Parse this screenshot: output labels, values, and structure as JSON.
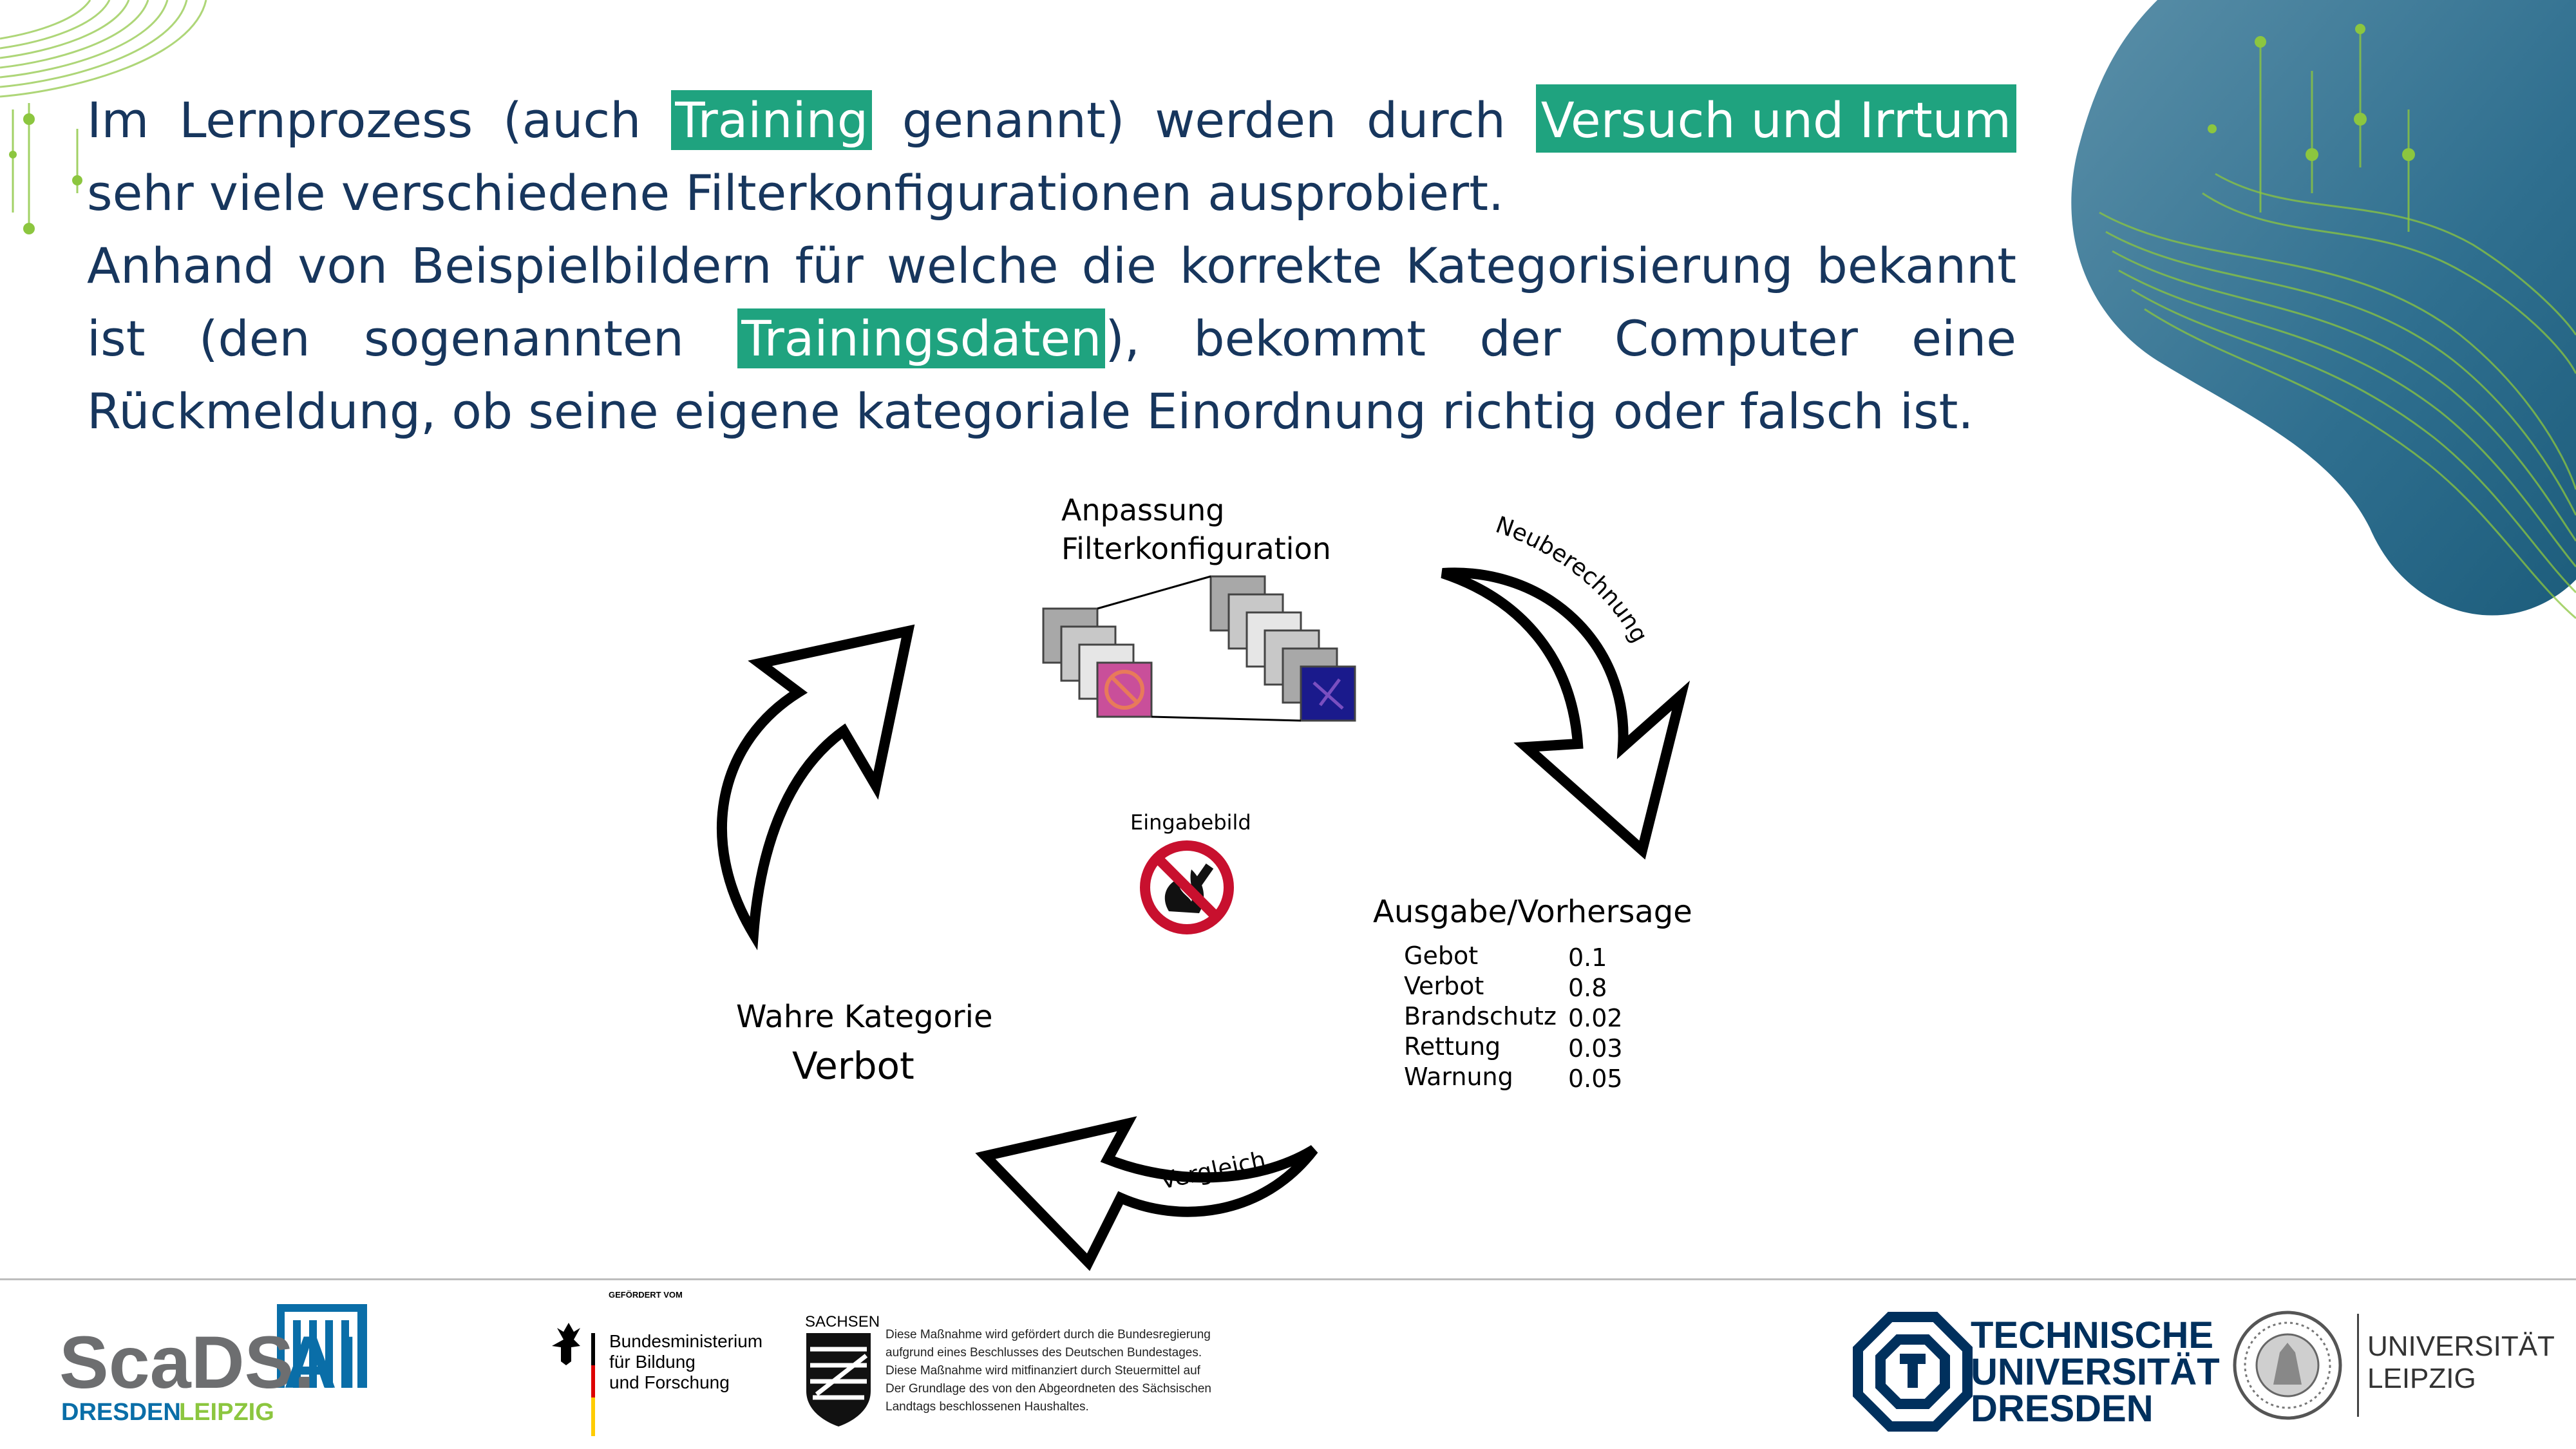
{
  "paragraph": {
    "line1_a": "Im Lernprozess (auch ",
    "hl_training": "Training",
    "line1_b": " genannt) werden durch ",
    "hl_versuch": "Versuch und Irrtum",
    "line1_c": " sehr viele verschiedene Filterkonfigurationen ausprobiert.",
    "line2_a": "Anhand von Beispielbildern für welche die korrekte Kategorisierung bekannt ist (den sogenannten ",
    "hl_trainingsdaten": "Trainingsdaten",
    "line2_b": "), bekommt der Computer eine Rückmeldung, ob seine eigene kategoriale Einordnung richtig oder falsch ist."
  },
  "diagram": {
    "anpassung_line1": "Anpassung",
    "anpassung_line2": "Filterkonfiguration",
    "neuberechnung": "Neuberechnung",
    "eingabebild": "Eingabebild",
    "ausgabe_title": "Ausgabe/Vorhersage",
    "predictions": [
      {
        "label": "Gebot",
        "value": "0.1"
      },
      {
        "label": "Verbot",
        "value": "0.8"
      },
      {
        "label": "Brandschutz",
        "value": "0.02"
      },
      {
        "label": "Rettung",
        "value": "0.03"
      },
      {
        "label": "Warnung",
        "value": "0.05"
      }
    ],
    "vergleich": "Vergleich",
    "wahre_title": "Wahre Kategorie",
    "wahre_value": "Verbot"
  },
  "footer": {
    "scads_main": "ScaDS.",
    "scads_ai": "AI",
    "scads_sub_dresden": "DRESDEN",
    "scads_sub_leipzig": "LEIPZIG",
    "gefoerdert": "GEFÖRDERT VOM",
    "bmbf_line1": "Bundesministerium",
    "bmbf_line2": "für Bildung",
    "bmbf_line3": "und Forschung",
    "sachsen": "SACHSEN",
    "funding_lines": [
      "Diese Maßnahme wird gefördert durch die Bundesregierung",
      "aufgrund eines Beschlusses des Deutschen Bundestages.",
      "Diese Maßnahme wird mitfinanziert durch Steuermittel auf",
      "Der Grundlage des von den Abgeordneten des Sächsischen",
      "Landtags beschlossenen Haushaltes."
    ],
    "tud_line1": "TECHNISCHE",
    "tud_line2": "UNIVERSITÄT",
    "tud_line3": "DRESDEN",
    "ul_line1": "UNIVERSITÄT",
    "ul_line2": "LEIPZIG"
  },
  "colors": {
    "text_navy": "#17365d",
    "highlight_green": "#1fa37f",
    "deco_blue": "#2f6f8f",
    "deco_green": "#8cc63f",
    "scads_gray": "#6d6e70",
    "scads_blue": "#0a6ea8",
    "tud_navy": "#00305d"
  }
}
